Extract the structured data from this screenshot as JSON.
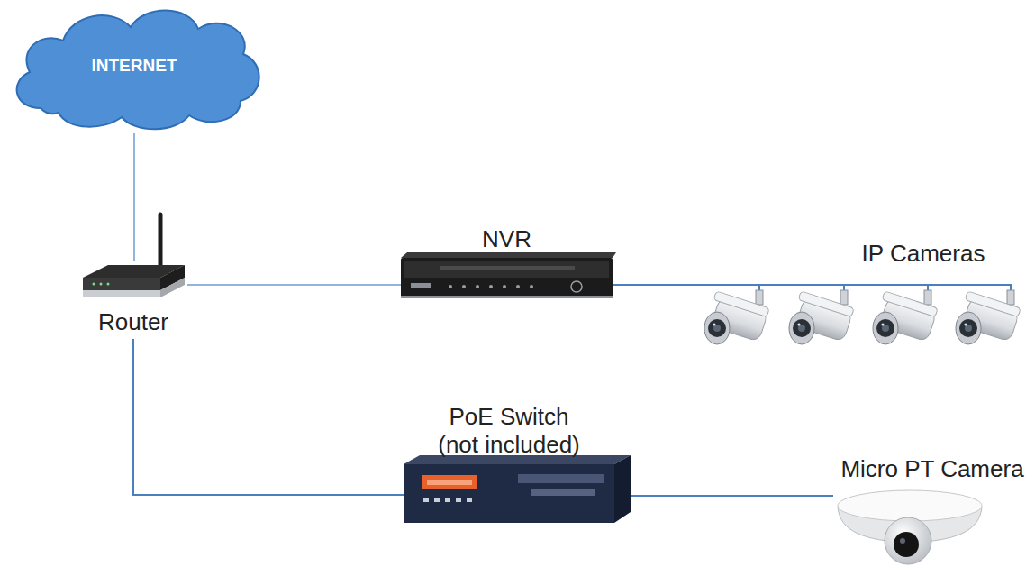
{
  "diagram": {
    "nodes": [
      {
        "text": [
          "INTERNET"
        ]
      },
      {
        "text": [
          "Router"
        ]
      },
      {
        "text": [
          "NVR"
        ]
      },
      {
        "text": [
          "IP Cameras"
        ]
      },
      {
        "text": [
          "PoE Switch (not included)"
        ]
      },
      {
        "text": [
          "Micro PT Camera"
        ]
      }
    ],
    "edges": [
      {
        "from": 0,
        "to": 1,
        "arrow": "none"
      },
      {
        "from": 1,
        "to": 2,
        "arrow": "none"
      },
      {
        "from": 2,
        "to": 3,
        "arrow": "none"
      },
      {
        "from": 1,
        "to": 4,
        "arrow": "none"
      },
      {
        "from": 4,
        "to": 5,
        "arrow": "none"
      }
    ]
  }
}
